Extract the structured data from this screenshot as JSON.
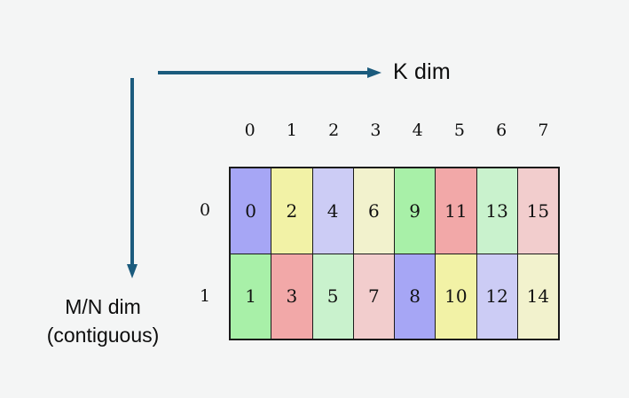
{
  "background_color": "#f4f5f5",
  "arrow_color": "#1b5b7d",
  "axes": {
    "horizontal": {
      "label": "K dim",
      "icon": "right-arrow-icon"
    },
    "vertical": {
      "label_line1": "M/N dim",
      "label_line2": "(contiguous)",
      "icon": "down-arrow-icon"
    }
  },
  "grid": {
    "column_headers": [
      "0",
      "1",
      "2",
      "3",
      "4",
      "5",
      "6",
      "7"
    ],
    "row_headers": [
      "0",
      "1"
    ],
    "rows": [
      {
        "header": "0",
        "cells": [
          {
            "value": "0",
            "color": "#a6a6f5"
          },
          {
            "value": "2",
            "color": "#f2f2a6"
          },
          {
            "value": "4",
            "color": "#ccccf5"
          },
          {
            "value": "6",
            "color": "#f2f2cd"
          },
          {
            "value": "9",
            "color": "#a8f0a8"
          },
          {
            "value": "11",
            "color": "#f2a8a8"
          },
          {
            "value": "13",
            "color": "#c9f2cd"
          },
          {
            "value": "15",
            "color": "#f2cdcd"
          }
        ]
      },
      {
        "header": "1",
        "cells": [
          {
            "value": "1",
            "color": "#a8f0a8"
          },
          {
            "value": "3",
            "color": "#f2a8a8"
          },
          {
            "value": "5",
            "color": "#c9f2cd"
          },
          {
            "value": "7",
            "color": "#f2cdcd"
          },
          {
            "value": "8",
            "color": "#a6a6f5"
          },
          {
            "value": "10",
            "color": "#f2f2a6"
          },
          {
            "value": "12",
            "color": "#ccccf5"
          },
          {
            "value": "14",
            "color": "#f2f2cd"
          }
        ]
      }
    ]
  }
}
